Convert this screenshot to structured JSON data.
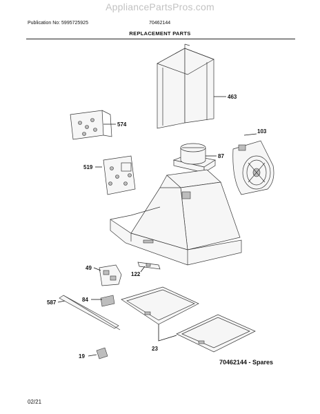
{
  "header": {
    "watermark": "AppliancePartsPros.com",
    "publication": "Publication No: 5995725925",
    "model": "70462144",
    "title": "REPLACEMENT PARTS"
  },
  "diagram": {
    "callouts": [
      "463",
      "574",
      "103",
      "87",
      "519",
      "49",
      "122",
      "587",
      "84",
      "23",
      "19"
    ],
    "spares_label": "70462144 - Spares"
  },
  "footer": {
    "date": "02/21"
  }
}
